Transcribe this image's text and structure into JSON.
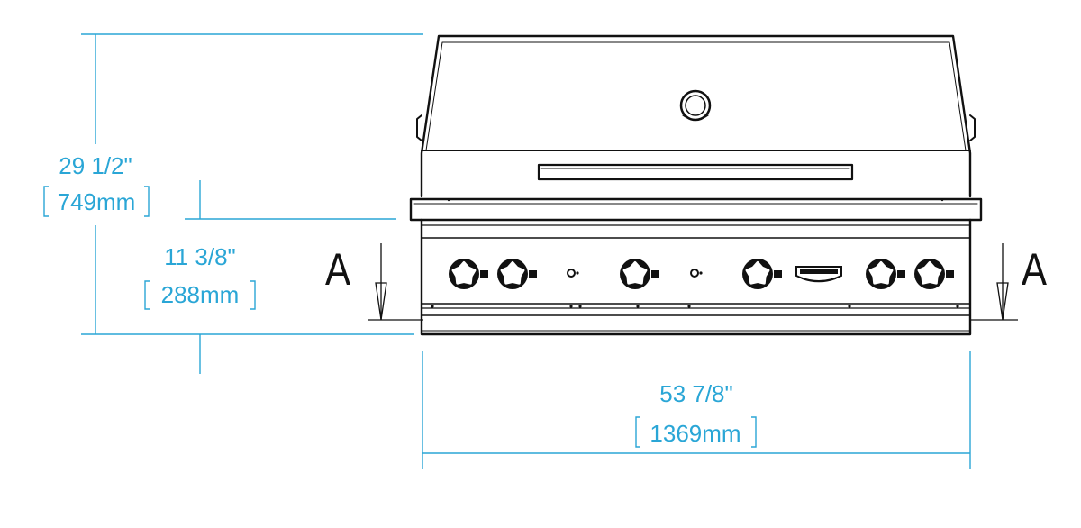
{
  "dimensions": {
    "overall_height": {
      "imperial": "29 1/2\"",
      "metric": "749mm"
    },
    "base_height": {
      "imperial": "11 3/8\"",
      "metric": "288mm"
    },
    "width": {
      "imperial": "53 7/8\"",
      "metric": "1369mm"
    }
  },
  "section_marks": {
    "left": "A",
    "right": "A"
  },
  "colors": {
    "dimension": "#2aa6d6",
    "drawing": "#111111"
  },
  "grill": {
    "knob_count": 6,
    "igniter_count": 2
  }
}
